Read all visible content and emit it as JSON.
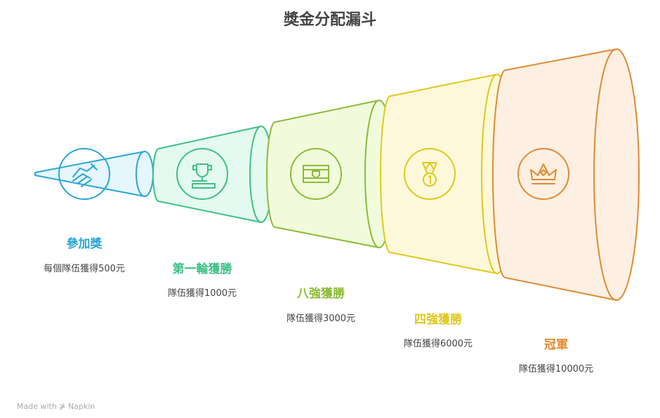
{
  "title": "獎金分配漏斗",
  "stages": [
    {
      "label": "參加獎",
      "description": "每個隊伍獲得500元",
      "icon": "handshake-icon",
      "color": "#2aa6d6",
      "fill": "#e6f6fd"
    },
    {
      "label": "第一輪獲勝",
      "description": "隊伍獲得1000元",
      "icon": "trophy-icon",
      "color": "#3cc184",
      "fill": "#e4f9ef"
    },
    {
      "label": "八強獲勝",
      "description": "隊伍獲得3000元",
      "icon": "badge-icon",
      "color": "#8dbb36",
      "fill": "#f1fbdc"
    },
    {
      "label": "四強獲勝",
      "description": "隊伍獲得6000元",
      "icon": "medal-icon",
      "color": "#e0c81a",
      "fill": "#fdf8d9"
    },
    {
      "label": "冠軍",
      "description": "隊伍獲得10000元",
      "icon": "crown-icon",
      "color": "#e08a30",
      "fill": "#fdf0e3"
    }
  ],
  "footer": "Made with ⋡ Napkin"
}
